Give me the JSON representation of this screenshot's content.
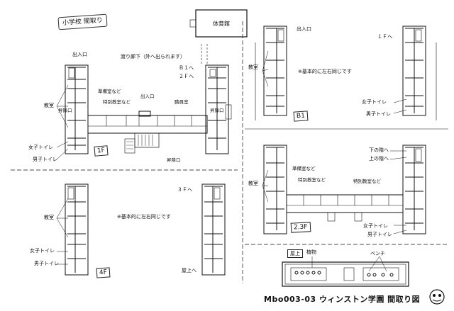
{
  "sheet": {
    "title": "小学校 間取り",
    "footer": "Mbo003-03 ウィンストン学園 間取り図"
  },
  "labels": {
    "entrance_1": "出入口",
    "corridor_note": "渡り廊下（外へ出られます）",
    "to_b1": "Ｂ１へ",
    "to_2f": "２Ｆへ",
    "classroom": "教室",
    "prep_room": "準備室など",
    "special_room": "特別教室など",
    "entrance_center": "出入口",
    "staff_room": "職員室",
    "stairs": "昇降口",
    "stairs_bottom": "昇降口",
    "girls_toilet": "女子トイレ",
    "boys_toilet": "男子トイレ",
    "gym": "体育館",
    "floor_1f": "1F",
    "entrance_b1": "出入口",
    "to_1f": "１Ｆへ",
    "b1_classroom": "教室",
    "same_note_b1": "※基本的に左右同じです",
    "b1_girls": "女子トイレ",
    "b1_boys": "男子トイレ",
    "floor_b1": "B1",
    "to_down": "下の階へ",
    "to_up": "上の階へ",
    "f23_classroom": "教室",
    "f23_prep": "準備室など",
    "f23_special_left": "特別教室など",
    "f23_special_right": "特別教室など",
    "f23_girls": "女子トイレ",
    "f23_boys": "男子トイレ",
    "floor_23f": "2.3F",
    "to_3f": "３Ｆへ",
    "f4_classroom": "教室",
    "same_note_4f": "※基本的に左右同じです",
    "f4_girls": "女子トイレ",
    "f4_boys": "男子トイレ",
    "floor_4f": "4F",
    "to_roof": "屋上へ",
    "roof": "屋上",
    "plants": "植物",
    "bench": "ベンチ"
  }
}
